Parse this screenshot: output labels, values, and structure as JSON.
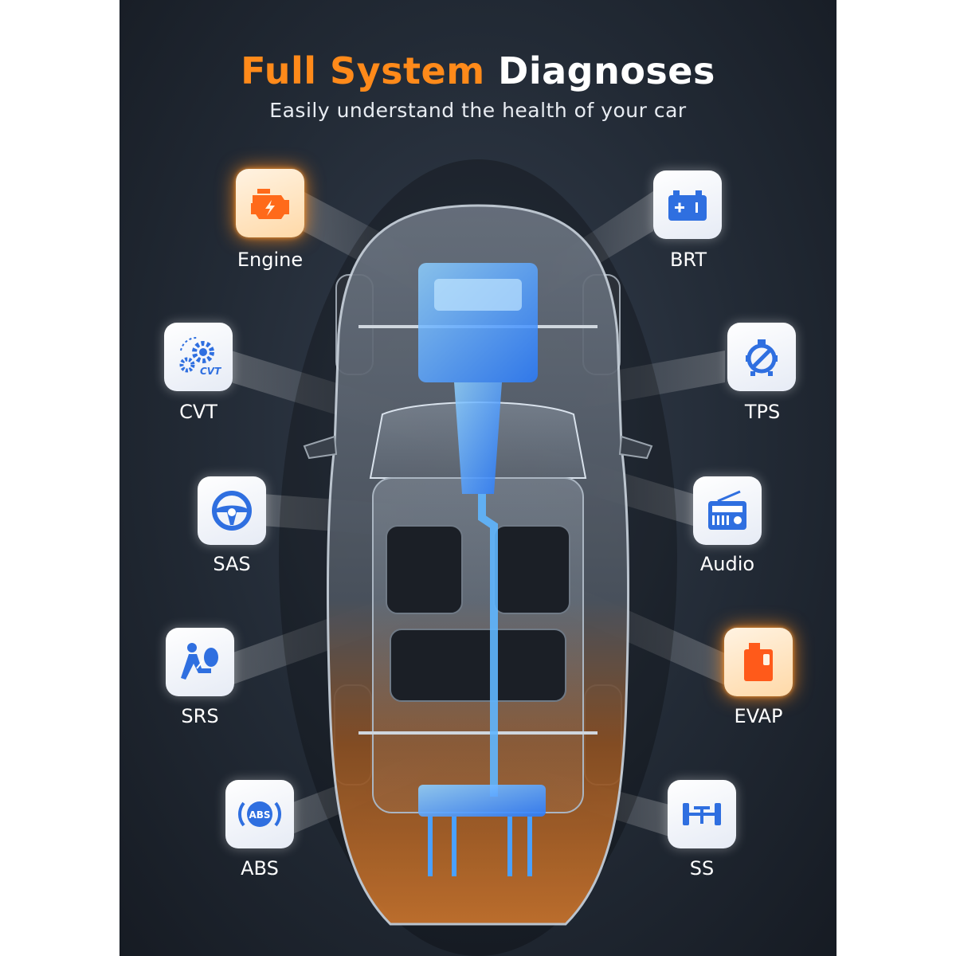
{
  "header": {
    "title_accent": "Full System",
    "title_main": "Diagnoses",
    "subtitle": "Easily understand the health of your car"
  },
  "colors": {
    "accent_orange": "#ff8a1a",
    "icon_blue": "#2f6fe0",
    "background": "#222a35"
  },
  "systems": [
    {
      "label": "Engine",
      "icon": "engine-icon",
      "highlight": true
    },
    {
      "label": "BRT",
      "icon": "battery-icon",
      "highlight": false
    },
    {
      "label": "CVT",
      "icon": "cvt-gear-icon",
      "highlight": false
    },
    {
      "label": "TPS",
      "icon": "throttle-position-icon",
      "highlight": false
    },
    {
      "label": "SAS",
      "icon": "steering-wheel-icon",
      "highlight": false
    },
    {
      "label": "Audio",
      "icon": "radio-icon",
      "highlight": false
    },
    {
      "label": "SRS",
      "icon": "airbag-icon",
      "highlight": false
    },
    {
      "label": "EVAP",
      "icon": "fuel-canister-icon",
      "highlight": true
    },
    {
      "label": "ABS",
      "icon": "abs-icon",
      "highlight": false
    },
    {
      "label": "SS",
      "icon": "suspension-axle-icon",
      "highlight": false
    }
  ]
}
